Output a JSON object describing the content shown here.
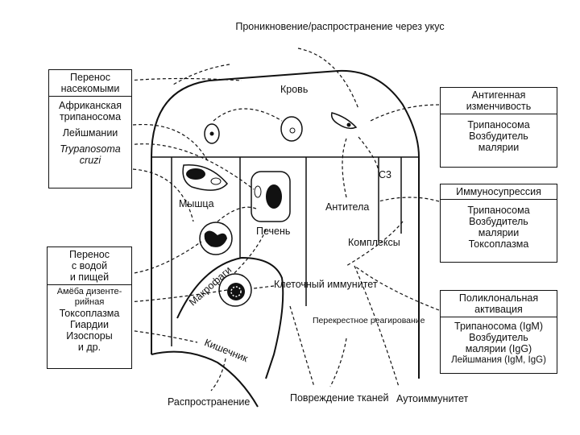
{
  "top_caption": [
    "Проникновение/распространение",
    "через укус"
  ],
  "blood": "Кровь",
  "c3": "С3",
  "mouse": "Мышца",
  "liver": "Печень",
  "antibodies": "Антитела",
  "complexes": "Комплексы",
  "macrophages": "Макрофаги",
  "cellular_immunity": [
    "Клеточный",
    "иммунитет"
  ],
  "cross_reaction": [
    "Перекрестное",
    "реагирование"
  ],
  "intestine": "Кишечник",
  "outcomes": {
    "spread": "Распространение",
    "tissue_damage": [
      "Повреждение",
      "тканей"
    ],
    "autoimmunity": "Аутоиммунитет"
  },
  "box_insect": {
    "header": [
      "Перенос",
      "насекомыми"
    ],
    "items": [
      "Африканская",
      "трипаносома",
      "Лейшмании"
    ],
    "italic_items": [
      "Trypanosoma",
      "cruzi"
    ]
  },
  "box_water": {
    "header": [
      "Перенос",
      "с водой",
      "и пищей"
    ],
    "items": [
      "Амёба дизенте-",
      "рийная",
      "Токсоплазма",
      "Гиардии",
      "Изоспоры",
      "и др."
    ]
  },
  "box_antigenic": {
    "header": [
      "Антигенная",
      "изменчивость"
    ],
    "items": [
      "Трипаносома",
      "Возбудитель",
      "малярии"
    ]
  },
  "box_immunosuppression": {
    "header": [
      "Иммуносупрессия"
    ],
    "items": [
      "Трипаносома",
      "Возбудитель",
      "малярии",
      "Токсоплазма"
    ]
  },
  "box_polyclonal": {
    "header": [
      "Поликлональная",
      "активация"
    ],
    "items": [
      "Трипаносома (IgM)",
      "Возбудитель",
      "малярии (IgG)",
      "Лейшмания (IgM, IgG)"
    ]
  }
}
